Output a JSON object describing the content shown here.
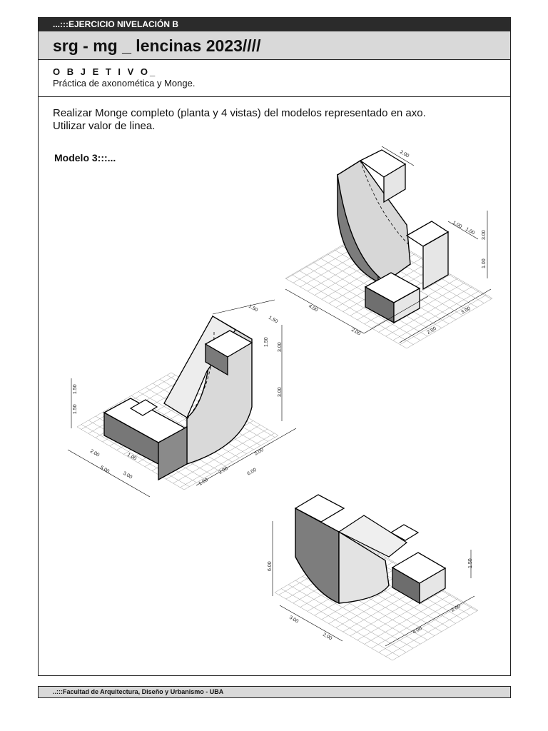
{
  "header": {
    "exercise": "...:::EJERCICIO NIVELACIÓN B",
    "title": "srg - mg _ lencinas 2023////"
  },
  "objective": {
    "heading": "O B J E T I V O_",
    "text": "Práctica de axonomética y Monge."
  },
  "instructions": {
    "line1": "Realizar Monge completo (planta y 4 vistas) del modelos representado en axo.",
    "line2": "Utilizar valor de linea."
  },
  "model_label": "Modelo 3:::...",
  "dimensions": {
    "top": [
      "2.00",
      "1.00",
      "1.00",
      "3.00",
      "1.00",
      "4.00",
      "2.00",
      "2.00",
      "3.00"
    ],
    "left": [
      "1.50",
      "1.50",
      "1.50",
      "1.50",
      "3.00",
      "3.00",
      "1.50",
      "2.00",
      "1.00",
      "3.00",
      "5.00",
      "1.00",
      "2.00",
      "3.00",
      "6.00"
    ],
    "bottom": [
      "6.00",
      "1.50",
      "3.00",
      "2.00",
      "2.00",
      "4.00"
    ]
  },
  "footer": "..:::Facultad de Arquitectura, Diseño y Urbanismo - UBA"
}
